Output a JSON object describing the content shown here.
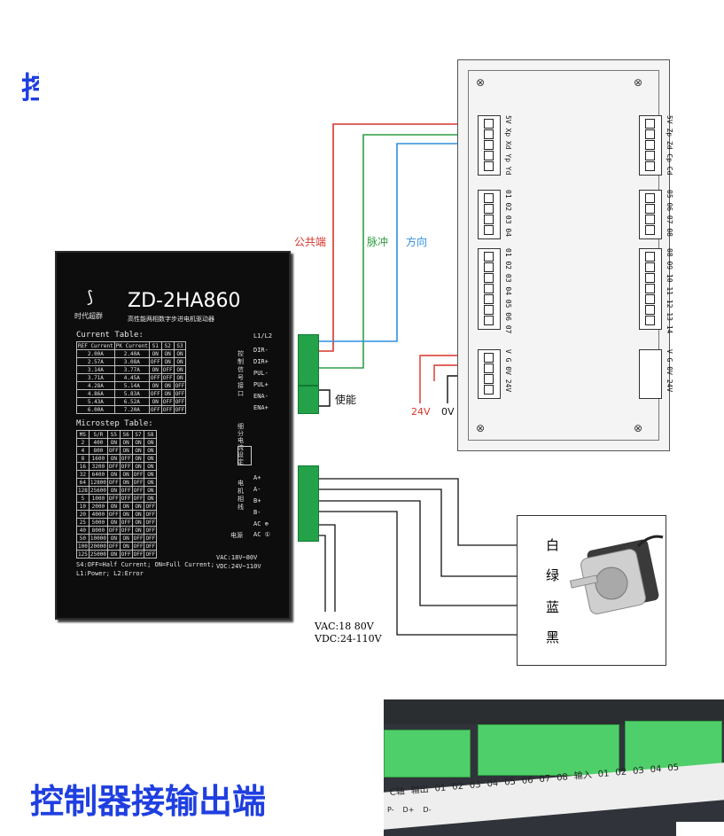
{
  "heading_top": "控",
  "heading_bottom": "控制器接输出端",
  "wire_labels": {
    "common": "公共端",
    "pulse": "脉冲",
    "direction": "方向",
    "enable": "使能",
    "v24": "24V",
    "v0": "0V"
  },
  "power_note": {
    "vac": "VAC:18 80V",
    "vdc": "VDC:24-110V"
  },
  "motor_wires": [
    "白",
    "绿",
    "蓝",
    "黑"
  ],
  "colors": {
    "heading_blue": "#1f3fe0",
    "wire_red": "#d9342b",
    "wire_green": "#2f9e44",
    "wire_blue": "#2f8fe0",
    "terminal_green": "#23a24a",
    "driver_black": "#0d0d0d"
  },
  "driver": {
    "logo_text": "时代超群",
    "model": "ZD-2HA860",
    "subtitle": "高性能两相数字步进电机驱动器",
    "current_title": "Current Table:",
    "current_headers": [
      "REF Current",
      "PK Current",
      "S1",
      "S2",
      "S3"
    ],
    "current_rows": [
      [
        "2.00A",
        "2.40A",
        "ON",
        "ON",
        "ON"
      ],
      [
        "2.57A",
        "3.08A",
        "OFF",
        "ON",
        "ON"
      ],
      [
        "3.14A",
        "3.77A",
        "ON",
        "OFF",
        "ON"
      ],
      [
        "3.71A",
        "4.45A",
        "OFF",
        "OFF",
        "ON"
      ],
      [
        "4.28A",
        "5.14A",
        "ON",
        "ON",
        "OFF"
      ],
      [
        "4.86A",
        "5.83A",
        "OFF",
        "ON",
        "OFF"
      ],
      [
        "5.43A",
        "6.52A",
        "ON",
        "OFF",
        "OFF"
      ],
      [
        "6.00A",
        "7.20A",
        "OFF",
        "OFF",
        "OFF"
      ]
    ],
    "micro_title": "Microstep Table:",
    "micro_headers": [
      "MS",
      "S/R",
      "S5",
      "S6",
      "S7",
      "S8"
    ],
    "micro_rows": [
      [
        "2",
        "400",
        "ON",
        "ON",
        "ON",
        "ON"
      ],
      [
        "4",
        "800",
        "OFF",
        "ON",
        "ON",
        "ON"
      ],
      [
        "8",
        "1600",
        "ON",
        "OFF",
        "ON",
        "ON"
      ],
      [
        "16",
        "3200",
        "OFF",
        "OFF",
        "ON",
        "ON"
      ],
      [
        "32",
        "6400",
        "ON",
        "ON",
        "OFF",
        "ON"
      ],
      [
        "64",
        "12800",
        "OFF",
        "ON",
        "OFF",
        "ON"
      ],
      [
        "128",
        "25600",
        "ON",
        "OFF",
        "OFF",
        "ON"
      ],
      [
        "5",
        "1000",
        "OFF",
        "OFF",
        "OFF",
        "ON"
      ],
      [
        "10",
        "2000",
        "ON",
        "ON",
        "ON",
        "OFF"
      ],
      [
        "20",
        "4000",
        "OFF",
        "ON",
        "ON",
        "OFF"
      ],
      [
        "25",
        "5000",
        "ON",
        "OFF",
        "ON",
        "OFF"
      ],
      [
        "40",
        "8000",
        "OFF",
        "OFF",
        "ON",
        "OFF"
      ],
      [
        "50",
        "10000",
        "ON",
        "ON",
        "OFF",
        "OFF"
      ],
      [
        "100",
        "20000",
        "OFF",
        "ON",
        "OFF",
        "OFF"
      ],
      [
        "125",
        "25000",
        "ON",
        "OFF",
        "OFF",
        "OFF"
      ]
    ],
    "footnote_1": "S4:OFF=Half Current; ON=Full Current;",
    "footnote_2": "L1:Power;  L2:Error",
    "led_label": "L1/L2",
    "signal_terminals": [
      "DIR-",
      "DIR+",
      "PUL-",
      "PUL+",
      "ENA-",
      "ENA+"
    ],
    "motor_terminals": [
      "A+",
      "A-",
      "B+",
      "B-"
    ],
    "power_terminals": [
      "AC ⊕",
      "AC ①"
    ],
    "side_label_signal": "控制信号接口",
    "side_label_motor": "电机相线",
    "side_label_power": "电源",
    "side_label_switch": "细分电流设定",
    "vac_rating": "VAC:18V~80V",
    "vdc_rating": "VDC:24V~110V"
  },
  "controller": {
    "block1_labels": [
      "5V",
      "Xp",
      "Xd",
      "Yp",
      "Yd"
    ],
    "block2_labels": [
      "01",
      "02",
      "03",
      "04"
    ],
    "block3_labels": [
      "01",
      "02",
      "03",
      "04",
      "05",
      "06",
      "07"
    ],
    "block4_labels": [
      "V",
      "G",
      "0V",
      "24V"
    ],
    "block5_labels": [
      "5V",
      "Zp",
      "Zd",
      "Cp",
      "Cd"
    ],
    "block6_labels": [
      "05",
      "06",
      "07",
      "08"
    ],
    "block7_labels": [
      "08",
      "09",
      "10",
      "11",
      "12",
      "13",
      "14"
    ],
    "block8_labels": [
      "V",
      "G",
      "0V",
      "24V"
    ]
  },
  "photo": {
    "strip_labels": [
      "C轴",
      "输出",
      "01",
      "02",
      "03",
      "04",
      "05",
      "06",
      "07",
      "08",
      "输入",
      "01",
      "02",
      "03",
      "04",
      "05"
    ],
    "pin_labels": [
      "P-",
      "D+",
      "D-"
    ]
  }
}
